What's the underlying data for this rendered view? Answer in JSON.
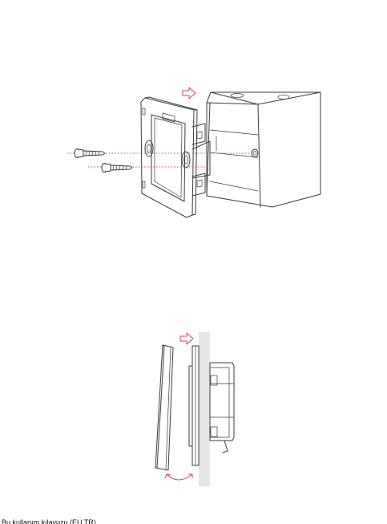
{
  "colors": {
    "line": "#3a3a3a",
    "accent_arrow": "#e0405a",
    "wall": "#e6e6e6",
    "background": "#ffffff"
  },
  "icons": {
    "direction_arrow_top": "push-direction-arrow",
    "direction_arrow_bottom": "push-direction-arrow",
    "rotate_arrow": "curved-double-arrow"
  },
  "footer": {
    "text": "Bu kullanım kılavuzu (EU TR)"
  }
}
